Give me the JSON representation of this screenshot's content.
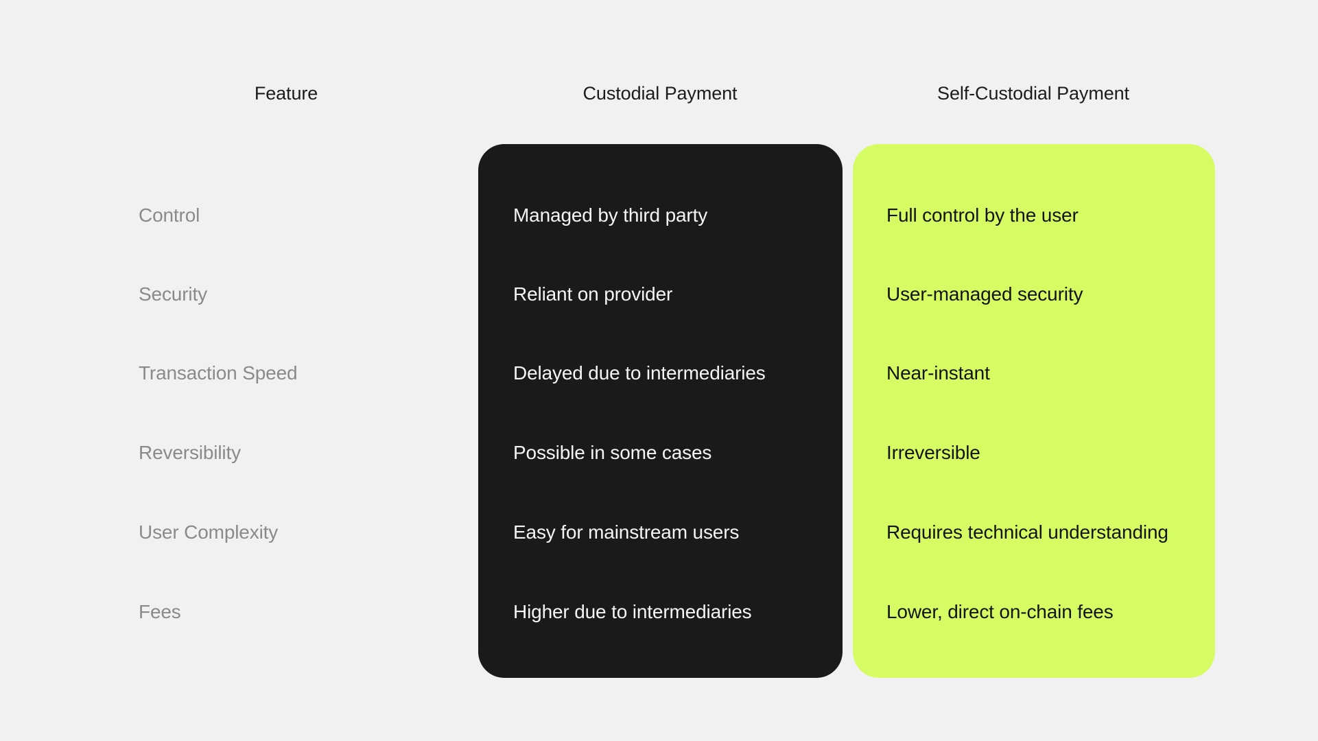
{
  "page": {
    "title": "Custodial vs Self-Custodial Payment Comparison",
    "background_color": "#f1f1f1"
  },
  "colors": {
    "background": "#f1f1f1",
    "custodial_card": "#1a1a1a",
    "self_custodial_card": "#d5fc63",
    "header_text": "#1c1c1c",
    "feature_label_text": "#8a8a8a",
    "custodial_text": "#f5f5f5",
    "self_custodial_text": "#131313"
  },
  "headers": {
    "feature": "Feature",
    "custodial": "Custodial Payment",
    "self_custodial": "Self-Custodial Payment"
  },
  "rows": [
    {
      "feature": "Control",
      "custodial": "Managed by third party",
      "self_custodial": "Full control by the user"
    },
    {
      "feature": "Security",
      "custodial": "Reliant on provider",
      "self_custodial": "User-managed security"
    },
    {
      "feature": "Transaction Speed",
      "custodial": "Delayed due to intermediaries",
      "self_custodial": "Near-instant"
    },
    {
      "feature": "Reversibility",
      "custodial": "Possible in some cases",
      "self_custodial": "Irreversible"
    },
    {
      "feature": "User Complexity",
      "custodial": "Easy for mainstream users",
      "self_custodial": "Requires technical understanding"
    },
    {
      "feature": "Fees",
      "custodial": "Higher due to intermediaries",
      "self_custodial": "Lower, direct on-chain fees"
    }
  ]
}
